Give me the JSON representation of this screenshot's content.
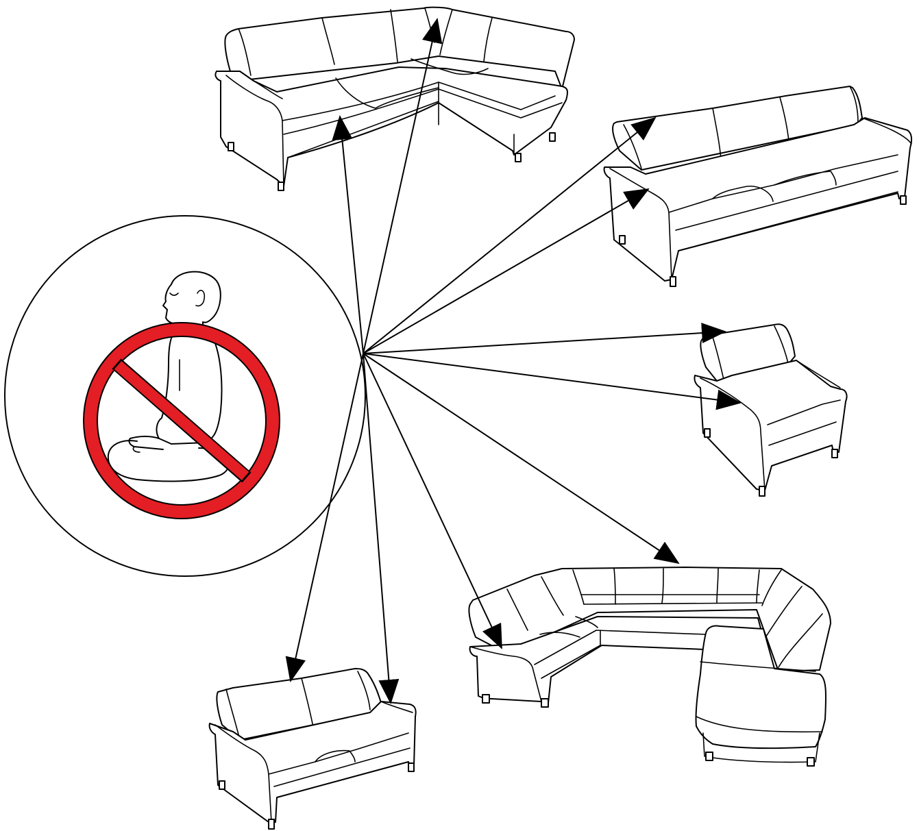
{
  "diagram": {
    "warning_icon": "no-sitting-on-backrest-prohibition-icon",
    "prohibition_color": "#e31e24",
    "line_color": "#000000",
    "background": "#ffffff",
    "furniture": [
      {
        "kind": "corner-sofa",
        "arrow_targets": 2
      },
      {
        "kind": "three-seat-sofa",
        "arrow_targets": 2
      },
      {
        "kind": "armchair",
        "arrow_targets": 2
      },
      {
        "kind": "u-shaped-sectional-sofa",
        "arrow_targets": 2
      },
      {
        "kind": "two-seat-sofa",
        "arrow_targets": 2
      }
    ]
  }
}
